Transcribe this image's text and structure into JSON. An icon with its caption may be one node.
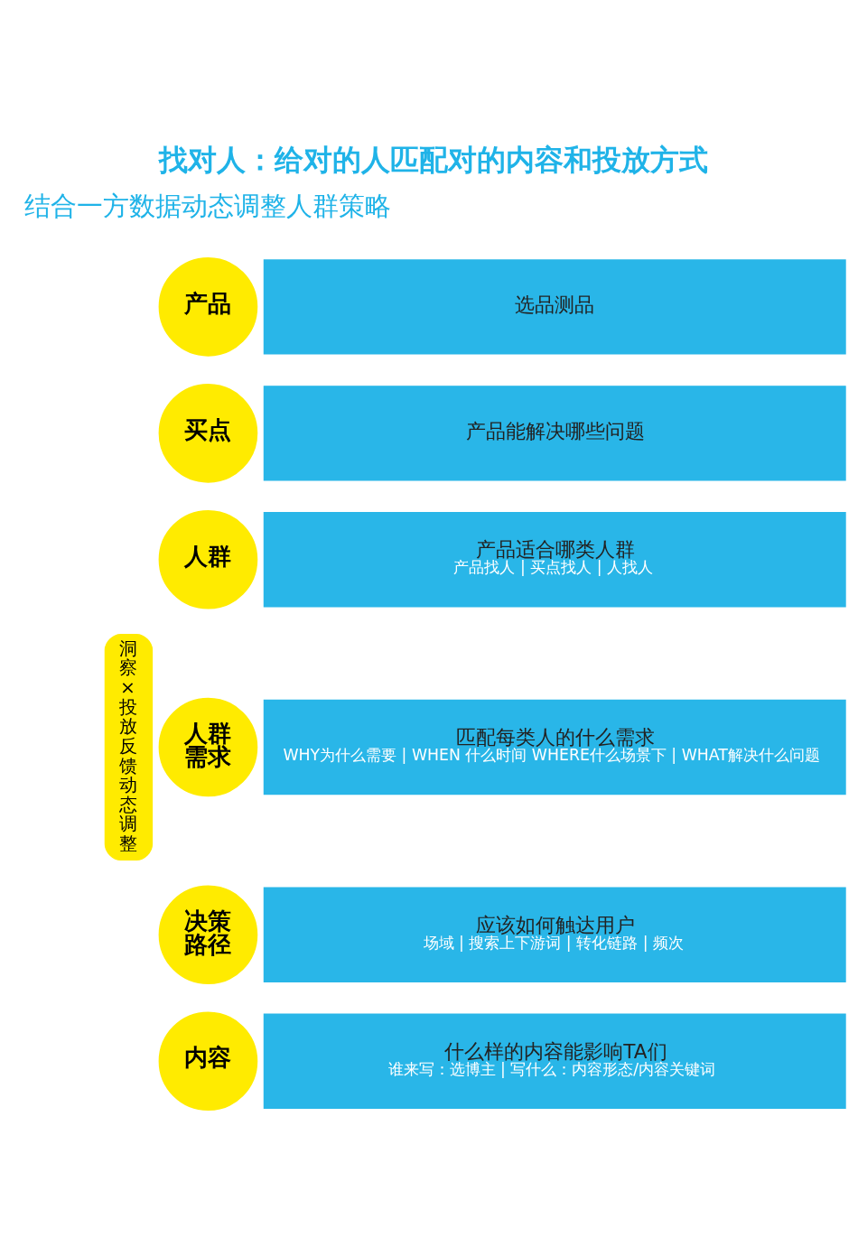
{
  "diagram": {
    "title": "找对人：给对的人匹配对的内容和投放方式",
    "nodes": [
      {
        "text": [
          "洞察×投放反馈动态调整"
        ]
      },
      {
        "text": [
          "产品"
        ]
      },
      {
        "text": [
          "选品测品"
        ]
      },
      {
        "text": [
          "买点"
        ]
      },
      {
        "text": [
          "产品能解决哪些问题"
        ]
      },
      {
        "text": [
          "人群"
        ]
      },
      {
        "text": [
          "产品适合哪类人群",
          "产品找人 | 买点找人 | 人找人"
        ]
      },
      {
        "text": [
          "人群需求"
        ]
      },
      {
        "text": [
          "匹配每类人的什么需求",
          "WHY为什么需要 | WHEN 什么时间 WHERE什么场景下 | WHAT解决什么问题"
        ]
      },
      {
        "text": [
          "决策路径"
        ]
      },
      {
        "text": [
          "应该如何触达用户",
          "场域 | 搜索上下游词 | 转化链路 | 频次"
        ]
      },
      {
        "text": [
          "内容"
        ]
      },
      {
        "text": [
          "什么样的内容能影响TA们",
          "谁来写：选博主 | 写什么：内容形态/内容关键词"
        ]
      }
    ],
    "edges": [],
    "labels": [
      "结合一方数据动态调整人群策略"
    ]
  }
}
